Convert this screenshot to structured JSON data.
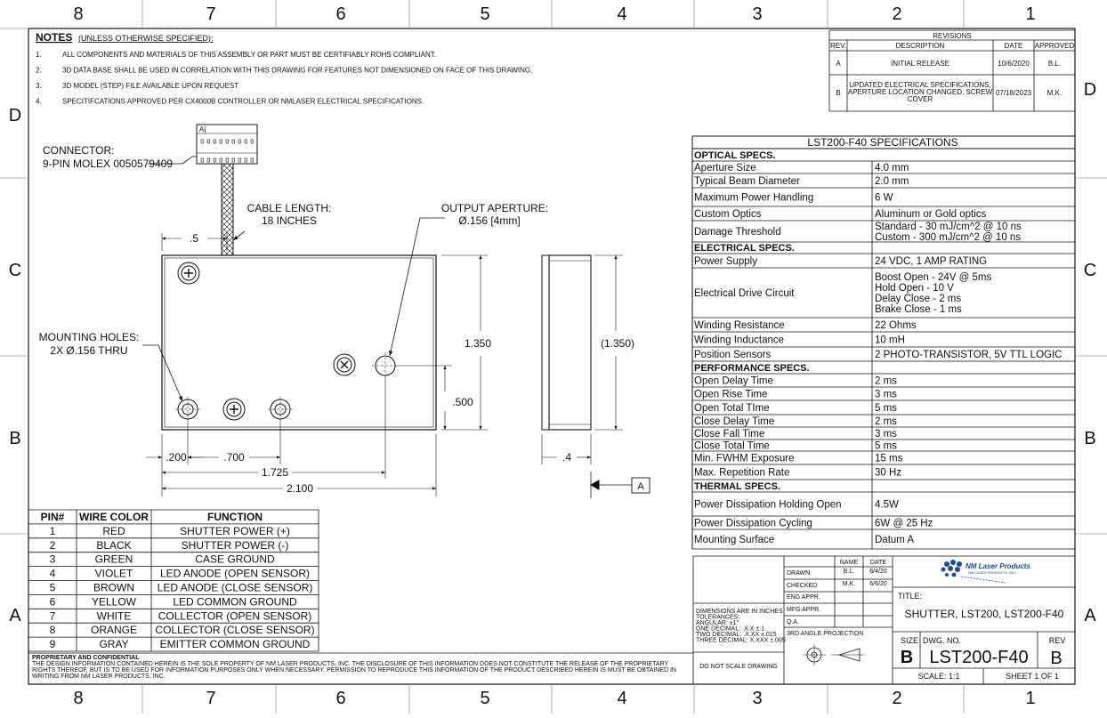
{
  "border": {
    "top_zones": [
      "8",
      "7",
      "6",
      "5",
      "4",
      "3",
      "2",
      "1"
    ],
    "bottom_zones": [
      "8",
      "7",
      "6",
      "5",
      "4",
      "3",
      "2",
      "1"
    ],
    "left_zones": [
      "D",
      "C",
      "B",
      "A"
    ],
    "right_zones": [
      "D",
      "C",
      "B",
      "A"
    ]
  },
  "notes": {
    "heading": "NOTES",
    "heading_suffix": "(UNLESS OTHERWISE SPECIFIED):",
    "items": [
      {
        "num": "1.",
        "text": "ALL COMPONENTS AND MATERIALS OF THIS ASSEMBLY OR PART MUST BE CERTIFIABLY ROHS COMPLIANT."
      },
      {
        "num": "2.",
        "text": "3D DATA BASE SHALL BE USED IN CORRELATION WITH THIS DRAWING FOR FEATURES NOT DIMENSIONED ON FACE OF THIS DRAWING."
      },
      {
        "num": "3.",
        "text": "3D MODEL (STEP) FILE AVAILABLE UPON REQUEST"
      },
      {
        "num": "4.",
        "text": "SPECITIFCATIONS APPROVED PER CX4000B CONTROLLER OR NMLASER ELECTRICAL SPECIFICATIONS."
      }
    ]
  },
  "revisions": {
    "title": "REVISIONS",
    "headers": [
      "REV.",
      "DESCRIPTION",
      "DATE",
      "APPROVED"
    ],
    "rows": [
      {
        "rev": "A",
        "desc": [
          "INITIAL RELEASE"
        ],
        "date": "10/6/2020",
        "approved": "B.L."
      },
      {
        "rev": "B",
        "desc": [
          "UPDATED ELECTRICAL SPECIFICATIONS,",
          "APERTURE LOCATION CHANGED, SCREW",
          "COVER"
        ],
        "date": "07/18/2023",
        "approved": "M.K."
      }
    ]
  },
  "drawing": {
    "connector_label": [
      "CONNECTOR:",
      "9-PIN MOLEX 0050579409"
    ],
    "cable_label": [
      "CABLE LENGTH:",
      "18 INCHES"
    ],
    "aperture_label": [
      "OUTPUT APERTURE:",
      "Ø.156 [4mm]"
    ],
    "mounting_label": [
      "MOUNTING HOLES:",
      "2X Ø.156 THRU"
    ],
    "connector_pin1": "A|",
    "datum": "A",
    "dims": {
      "d_half": ".5",
      "d_1350": "1.350",
      "d_1350_ref": "(1.350)",
      "d_500": ".500",
      "d_200": ".200",
      "d_700": ".700",
      "d_1725": "1.725",
      "d_2100": "2.100",
      "d_4": ".4"
    }
  },
  "specs": {
    "title": "LST200-F40  SPECIFICATIONS",
    "rows": [
      {
        "section": "OPTICAL SPECS."
      },
      {
        "label": "Aperture Size",
        "value": [
          "4.0 mm"
        ]
      },
      {
        "label": "Typical Beam Diameter",
        "value": [
          "2.0 mm"
        ]
      },
      {
        "label": "Maximum Power Handling",
        "value": [
          "6 W"
        ]
      },
      {
        "label": "Custom Optics",
        "value": [
          "Aluminum or Gold optics"
        ]
      },
      {
        "label": "Damage Threshold",
        "value": [
          "Standard - 30 mJ/cm^2 @ 10 ns",
          "Custom - 300 mJ/cm^2 @ 10 ns"
        ]
      },
      {
        "section": "ELECTRICAL SPECS."
      },
      {
        "label": "Power Supply",
        "value": [
          "24 VDC, 1 AMP RATING"
        ]
      },
      {
        "label": "Electrical Drive Circuit",
        "value": [
          "Boost Open - 24V @ 5ms",
          "Hold Open - 10 V",
          "Delay Close - 2 ms",
          "Brake Close - 1 ms"
        ]
      },
      {
        "label": "Winding Resistance",
        "value": [
          "22 Ohms"
        ]
      },
      {
        "label": "Winding Inductance",
        "value": [
          "10 mH"
        ]
      },
      {
        "label": "Position Sensors",
        "value": [
          "2 PHOTO-TRANSISTOR, 5V TTL LOGIC"
        ]
      },
      {
        "section": "PERFORMANCE SPECS."
      },
      {
        "label": "Open Delay Time",
        "value": [
          "2 ms"
        ]
      },
      {
        "label": "Open Rise Time",
        "value": [
          "3 ms"
        ]
      },
      {
        "label": "Open Total TIme",
        "value": [
          "5 ms"
        ]
      },
      {
        "label": "Close Delay Time",
        "value": [
          "2 ms"
        ]
      },
      {
        "label": "Close Fall Time",
        "value": [
          "3 ms"
        ]
      },
      {
        "label": "Close Total Time",
        "value": [
          "5 ms"
        ]
      },
      {
        "label": "Min. FWHM Exposure",
        "value": [
          "15 ms"
        ]
      },
      {
        "label": "Max. Repetition Rate",
        "value": [
          "30 Hz"
        ]
      },
      {
        "section": "THERMAL SPECS."
      },
      {
        "label": "Power Dissipation Holding Open",
        "value": [
          "4.5W"
        ]
      },
      {
        "label": "Power Dissipation Cycling",
        "value": [
          "6W @ 25 Hz"
        ]
      },
      {
        "label": "Mounting Surface",
        "value": [
          "Datum A"
        ]
      }
    ]
  },
  "pins": {
    "headers": [
      "PIN#",
      "WIRE COLOR",
      "FUNCTION"
    ],
    "rows": [
      [
        "1",
        "RED",
        "SHUTTER POWER (+)"
      ],
      [
        "2",
        "BLACK",
        "SHUTTER POWER (-)"
      ],
      [
        "3",
        "GREEN",
        "CASE GROUND"
      ],
      [
        "4",
        "VIOLET",
        "LED ANODE (OPEN SENSOR)"
      ],
      [
        "5",
        "BROWN",
        "LED ANODE (CLOSE SENSOR)"
      ],
      [
        "6",
        "YELLOW",
        "LED COMMON GROUND"
      ],
      [
        "7",
        "WHITE",
        "COLLECTOR (OPEN SENSOR)"
      ],
      [
        "8",
        "ORANGE",
        "COLLECTOR (CLOSE SENSOR)"
      ],
      [
        "9",
        "GRAY",
        "EMITTER COMMON GROUND"
      ]
    ]
  },
  "proprietary": {
    "title": "PROPRIETARY AND CONFIDENTIAL",
    "lines": [
      "THE DESIGN INFORMATION CONTAINED HEREIN IS THE SOLE PROPERTY OF NM LASER PRODUCTS, INC. THE DISCLOSURE OF THIS INFORMATION DOES NOT CONSTITUTE THE RELEASE OF THE PROPRIETARY",
      "RIGHTS THEREOF, BUT IS TO BE USED FOR INFORMATION PURPOSES ONLY WHEN NECESSARY. PERMISSION TO REPRODUCE THIS INFORMATION OF THE PRODUCT DESCRIBED HEREIN IS MUST BE OBTAINED IN",
      "WRITING FROM NM LASER PRODUCTS, INC."
    ]
  },
  "title_block": {
    "tolerances": [
      "DIMENSIONS ARE IN INCHES",
      "TOLERANCES:",
      "ANGULAR: ±1°",
      "ONE DECIMAL: .X.X ±.1",
      "TWO DECIMAL: .X.XX ±.015",
      "THREE DECIMAL: X.XXX ±.005"
    ],
    "no_scale": "DO NOT SCALE DRAWING",
    "name_hdr": "NAME",
    "date_hdr": "DATE",
    "approvals": [
      {
        "role": "DRAWN",
        "name": "B.L.",
        "date": "6/4/20"
      },
      {
        "role": "CHECKED",
        "name": "M.K.",
        "date": "6/6/20"
      },
      {
        "role": "ENG APPR.",
        "name": "",
        "date": ""
      },
      {
        "role": "MFG APPR.",
        "name": "",
        "date": ""
      },
      {
        "role": "Q.A.",
        "name": "",
        "date": ""
      }
    ],
    "projection": "3RD ANGLE PROJECTION",
    "company": "NM Laser Products",
    "company_sub": "NM LASER PRODUCTS, INC.",
    "title_label": "TITLE:",
    "title": "SHUTTER, LST200, LST200-F40",
    "size_label": "SIZE",
    "size": "B",
    "dwg_label": "DWG.  NO.",
    "dwg_no": "LST200-F40",
    "rev_label": "REV",
    "rev": "B",
    "scale": "SCALE: 1:1",
    "sheet": "SHEET 1 OF 1"
  },
  "colors": {
    "line": "#111111",
    "logo": "#1e4aa0"
  }
}
